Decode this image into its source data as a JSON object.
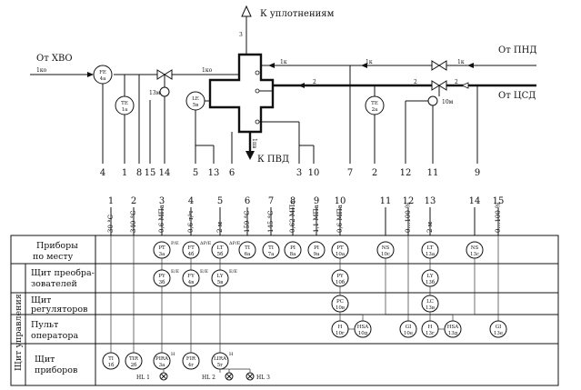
{
  "flows": {
    "to_seals": "К уплотнениям",
    "from_hvo": "От ХВО",
    "from_pnd": "От ПНД",
    "from_csd": "От ЦСД",
    "to_pvd": "К ПВД"
  },
  "pipes": {
    "p_1ko": "1ко",
    "p_1ko_b": "1ко",
    "p_1k_a": "1к",
    "p_1k_b": "1к",
    "p_1k_c": "1к",
    "p_2_a": "2",
    "p_2_b": "2",
    "p_2_c": "2",
    "p_3": "3",
    "p_1pv": "1пв",
    "p_13m": "13м",
    "p_10m": "10м"
  },
  "process_instruments": [
    {
      "tag": "FE",
      "num": "4а"
    },
    {
      "tag": "TE",
      "num": "1а"
    },
    {
      "tag": "LE",
      "num": "5в"
    },
    {
      "tag": "TE",
      "num": "2а"
    }
  ],
  "impulse_numbers": [
    "4",
    "1",
    "8",
    "15",
    "14",
    "5",
    "13",
    "6",
    "3",
    "10",
    "7",
    "2",
    "12",
    "11",
    "9"
  ],
  "columns": {
    "numbers": [
      "1",
      "2",
      "3",
      "4",
      "5",
      "6",
      "7",
      "8",
      "9",
      "10",
      "11",
      "12",
      "13",
      "14",
      "15"
    ],
    "ranges": [
      "30 °С",
      "340 °С",
      "0,6 МПа",
      "0,6 т/ч",
      "2 м",
      "159 °С",
      "145 °С",
      "0,62 МПа",
      "1,1 МПа",
      "0,6 МПа",
      "",
      "0…100 %",
      "2 м",
      "",
      "0…100 %"
    ]
  },
  "rows": {
    "local": "Приборы по месту",
    "converters": "Щит преобра-зователей",
    "regulators": "Щит регуляторов",
    "operator": "Пульт оператора",
    "panel_group": "Щит управления",
    "instruments": "Щит приборов"
  },
  "instruments": {
    "local": [
      {
        "tag": "PT",
        "num": "3а",
        "sig": "P/E"
      },
      {
        "tag": "FT",
        "num": "4б",
        "sig": "ΔP/E"
      },
      {
        "tag": "LT",
        "num": "5б",
        "sig": "ΔP/E"
      },
      {
        "tag": "TI",
        "num": "6а"
      },
      {
        "tag": "TI",
        "num": "7а"
      },
      {
        "tag": "PI",
        "num": "8а"
      },
      {
        "tag": "PI",
        "num": "9а"
      },
      {
        "tag": "PT",
        "num": "10а"
      },
      {
        "tag": "NS",
        "num": "10с"
      },
      {
        "tag": "LT",
        "num": "13а"
      },
      {
        "tag": "NS",
        "num": "13с"
      }
    ],
    "converters": [
      {
        "tag": "PY",
        "num": "3б",
        "sig": "E/E"
      },
      {
        "tag": "FY",
        "num": "4в",
        "sig": "E/E"
      },
      {
        "tag": "LY",
        "num": "5в",
        "sig": "E/E"
      },
      {
        "tag": "PY",
        "num": "10б"
      },
      {
        "tag": "LY",
        "num": "13б"
      }
    ],
    "regulators": [
      {
        "tag": "PC",
        "num": "10в"
      },
      {
        "tag": "LC",
        "num": "13в"
      }
    ],
    "operator": [
      {
        "tag": "H",
        "num": "10г"
      },
      {
        "tag": "HSA",
        "num": "10д"
      },
      {
        "tag": "GI",
        "num": "10е"
      },
      {
        "tag": "H",
        "num": "13г"
      },
      {
        "tag": "HSA",
        "num": "13д"
      },
      {
        "tag": "GI",
        "num": "13е"
      }
    ],
    "panel": [
      {
        "tag": "TI",
        "num": "1б"
      },
      {
        "tag": "TIR",
        "num": "2б"
      },
      {
        "tag": "PIRA",
        "num": "3а",
        "sig": "H"
      },
      {
        "tag": "FIR",
        "num": "4г"
      },
      {
        "tag": "LIRA",
        "num": "5г",
        "sig": "H"
      }
    ],
    "lamps": [
      "HL 1",
      "HL 2",
      "HL 3"
    ]
  }
}
